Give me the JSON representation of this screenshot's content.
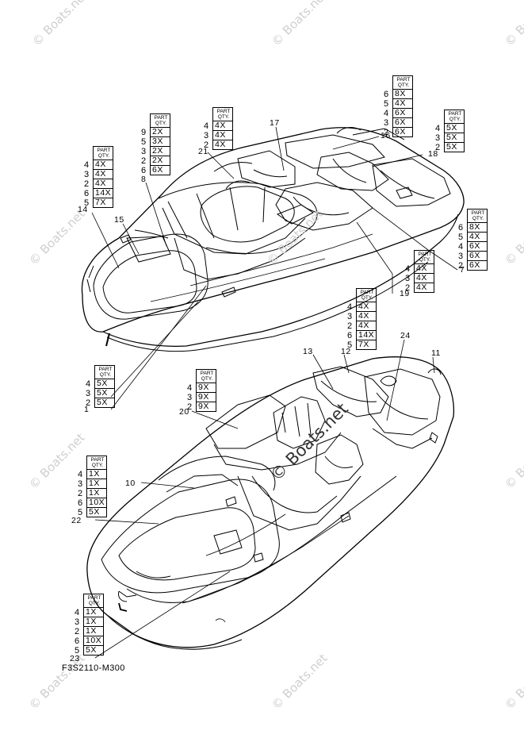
{
  "watermark": "© Boats.net",
  "figure_code": "F3S2110-M300",
  "table_header": {
    "line1": "PART",
    "line2": "QTY."
  },
  "callouts": [
    "1",
    "7",
    "8",
    "10",
    "11",
    "12",
    "13",
    "14",
    "15",
    "16",
    "17",
    "18",
    "19",
    "20",
    "21",
    "22",
    "23",
    "24"
  ],
  "tables": [
    {
      "rows": [
        [
          "6",
          "8X"
        ],
        [
          "5",
          "4X"
        ],
        [
          "4",
          "6X"
        ],
        [
          "3",
          "6X"
        ],
        [
          "2",
          "6X"
        ]
      ]
    },
    {
      "rows": [
        [
          "4",
          "4X"
        ],
        [
          "3",
          "4X"
        ],
        [
          "2",
          "4X"
        ]
      ]
    },
    {
      "rows": [
        [
          "9",
          "2X"
        ],
        [
          "5",
          "3X"
        ],
        [
          "3",
          "2X"
        ],
        [
          "2",
          "2X"
        ],
        [
          "6",
          "6X"
        ]
      ]
    },
    {
      "rows": [
        [
          "4",
          "5X"
        ],
        [
          "3",
          "5X"
        ],
        [
          "2",
          "5X"
        ]
      ]
    },
    {
      "rows": [
        [
          "4",
          "4X"
        ],
        [
          "3",
          "4X"
        ],
        [
          "2",
          "4X"
        ],
        [
          "6",
          "14X"
        ],
        [
          "5",
          "7X"
        ]
      ]
    },
    {
      "rows": [
        [
          "6",
          "8X"
        ],
        [
          "5",
          "4X"
        ],
        [
          "4",
          "6X"
        ],
        [
          "3",
          "6X"
        ],
        [
          "2",
          "6X"
        ]
      ]
    },
    {
      "rows": [
        [
          "4",
          "4X"
        ],
        [
          "3",
          "4X"
        ],
        [
          "2",
          "4X"
        ]
      ]
    },
    {
      "rows": [
        [
          "4",
          "4X"
        ],
        [
          "3",
          "4X"
        ],
        [
          "2",
          "4X"
        ],
        [
          "6",
          "14X"
        ],
        [
          "5",
          "7X"
        ]
      ]
    },
    {
      "rows": [
        [
          "4",
          "5X"
        ],
        [
          "3",
          "5X"
        ],
        [
          "2",
          "5X"
        ]
      ]
    },
    {
      "rows": [
        [
          "4",
          "9X"
        ],
        [
          "3",
          "9X"
        ],
        [
          "2",
          "9X"
        ]
      ]
    },
    {
      "rows": [
        [
          "4",
          "1X"
        ],
        [
          "3",
          "1X"
        ],
        [
          "2",
          "1X"
        ],
        [
          "6",
          "10X"
        ],
        [
          "5",
          "5X"
        ]
      ]
    },
    {
      "rows": [
        [
          "4",
          "1X"
        ],
        [
          "3",
          "1X"
        ],
        [
          "2",
          "1X"
        ],
        [
          "6",
          "10X"
        ],
        [
          "5",
          "5X"
        ]
      ]
    }
  ]
}
